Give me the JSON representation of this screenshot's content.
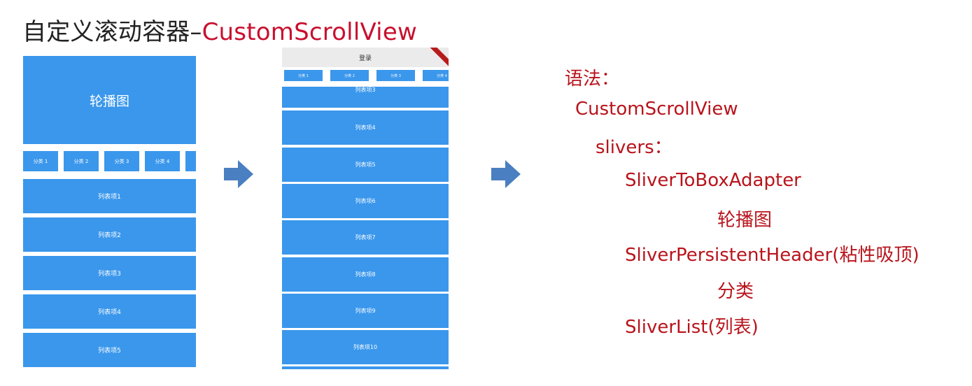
{
  "title": {
    "prefix": "自定义滚动容器–",
    "highlight": "CustomScrollView"
  },
  "phone1": {
    "banner_label": "轮播图",
    "categories": [
      "分类 1",
      "分类 2",
      "分类 3",
      "分类 4"
    ],
    "items": [
      "列表项1",
      "列表项2",
      "列表项3",
      "列表项4",
      "列表项5"
    ]
  },
  "phone2": {
    "appbar_title": "登录",
    "categories": [
      "分类 1",
      "分类 2",
      "分类 3",
      "分类 4"
    ],
    "items": [
      "列表项3",
      "列表项4",
      "列表项5",
      "列表项6",
      "列表项7",
      "列表项8",
      "列表项9",
      "列表项10"
    ]
  },
  "syntax": {
    "label": "语法：",
    "root": "CustomScrollView",
    "slivers": "slivers：",
    "box_adapter": "SliverToBoxAdapter",
    "box_adapter_child": "轮播图",
    "persistent_header": "SliverPersistentHeader(粘性吸顶)",
    "persistent_header_child": "分类",
    "list": "SliverList(列表)"
  },
  "colors": {
    "accent_red": "#b8141c",
    "title_red": "#c8102e",
    "material_blue": "#3a97ec",
    "arrow_blue": "#4a7fc1"
  },
  "icons": {
    "arrow": "right-arrow-icon"
  }
}
